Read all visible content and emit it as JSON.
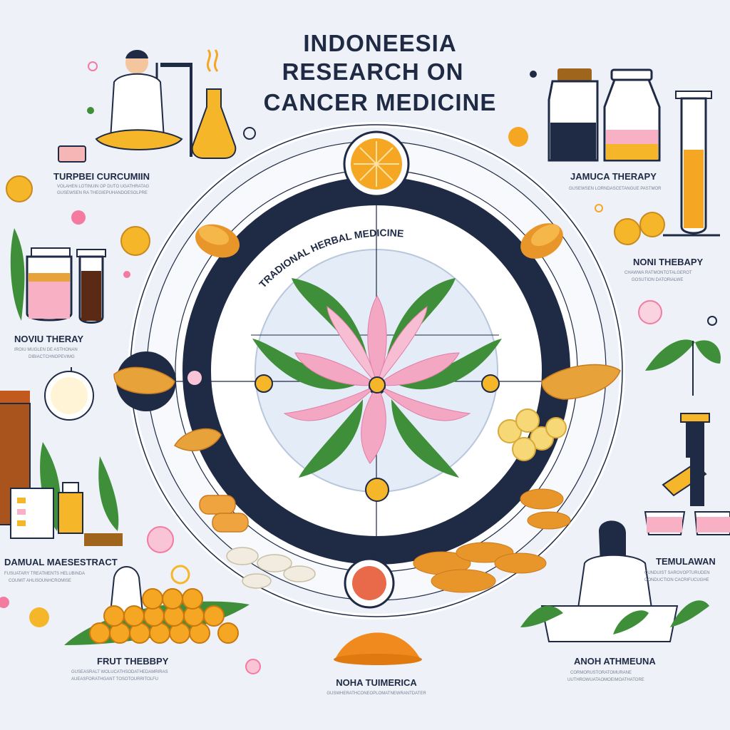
{
  "title": {
    "line1": "INDONEESIA",
    "line2": "RESEARCH ON",
    "line3": "CANCER MEDICINE"
  },
  "center_label": "TRADIONAL HERBAL MEDICINE",
  "labels": {
    "turpbei_curcumin": "TURPBEI CURCUMIIN",
    "jamuca_therapy": "JAMUCA THERAPY",
    "noni_therapy": "NONI THEBAPY",
    "novu_therapy": "NOVIU THERAY",
    "damual": "DAMUAL MAESESTRACT",
    "temulawan": "TEMULAWAN",
    "frut_therapy": "FRUT THEBBPY",
    "anoh": "ANOH ATHMEUNA",
    "noha": "NOHA TUIMERICA"
  },
  "fine_print": {
    "turpbei_a": "VOLAHEN LOTINUIN OP DUTO UGATHRATAG",
    "turpbei_b": "GUSEWSEN RA THEGIEPUHANDOESOLPRE",
    "jamuca_a": "GUSEWSEN LORNDASCETANGUE PASTMOR",
    "noni_a": "CHAWWA RATMONTOTALGEROT",
    "noni_b": "GOSUTION DATORIALWE",
    "novu_a": "IROIU MUGLEN DE ASTHONAN",
    "novu_b": "DIBIACTCHNOPEVIMG",
    "damual_a": "FUSUATARY TREATMENTS HELUBINDA",
    "damual_b": "COUMIT AHLISOUNHCROMISE",
    "temulawan_a": "CUNDUIST SAROVOPTURUDEN",
    "temulawan_b": "CONDUCTION CACRIFUCUGHE",
    "frut_a": "GUSEASRALT WOLUCATHSODATHEDAMRIRAS",
    "frut_b": "AUEASFORATHGANT TOSOTOURRITOLFU",
    "anoh_a": "CORMORUSTORATOMURANE",
    "anoh_b": "UUTHROWUATAOMOEIMOATHATORE",
    "noha_a": "GUSWHERATHCONEOPLOMATNEWRANTDATER"
  },
  "colors": {
    "background": "#eef1f8",
    "ring_dark": "#1f2a44",
    "accent_orange": "#f5a623",
    "petal_pink": "#f4a7c3",
    "leaf_green": "#3f8f3a",
    "turmeric": "#e8962a"
  }
}
